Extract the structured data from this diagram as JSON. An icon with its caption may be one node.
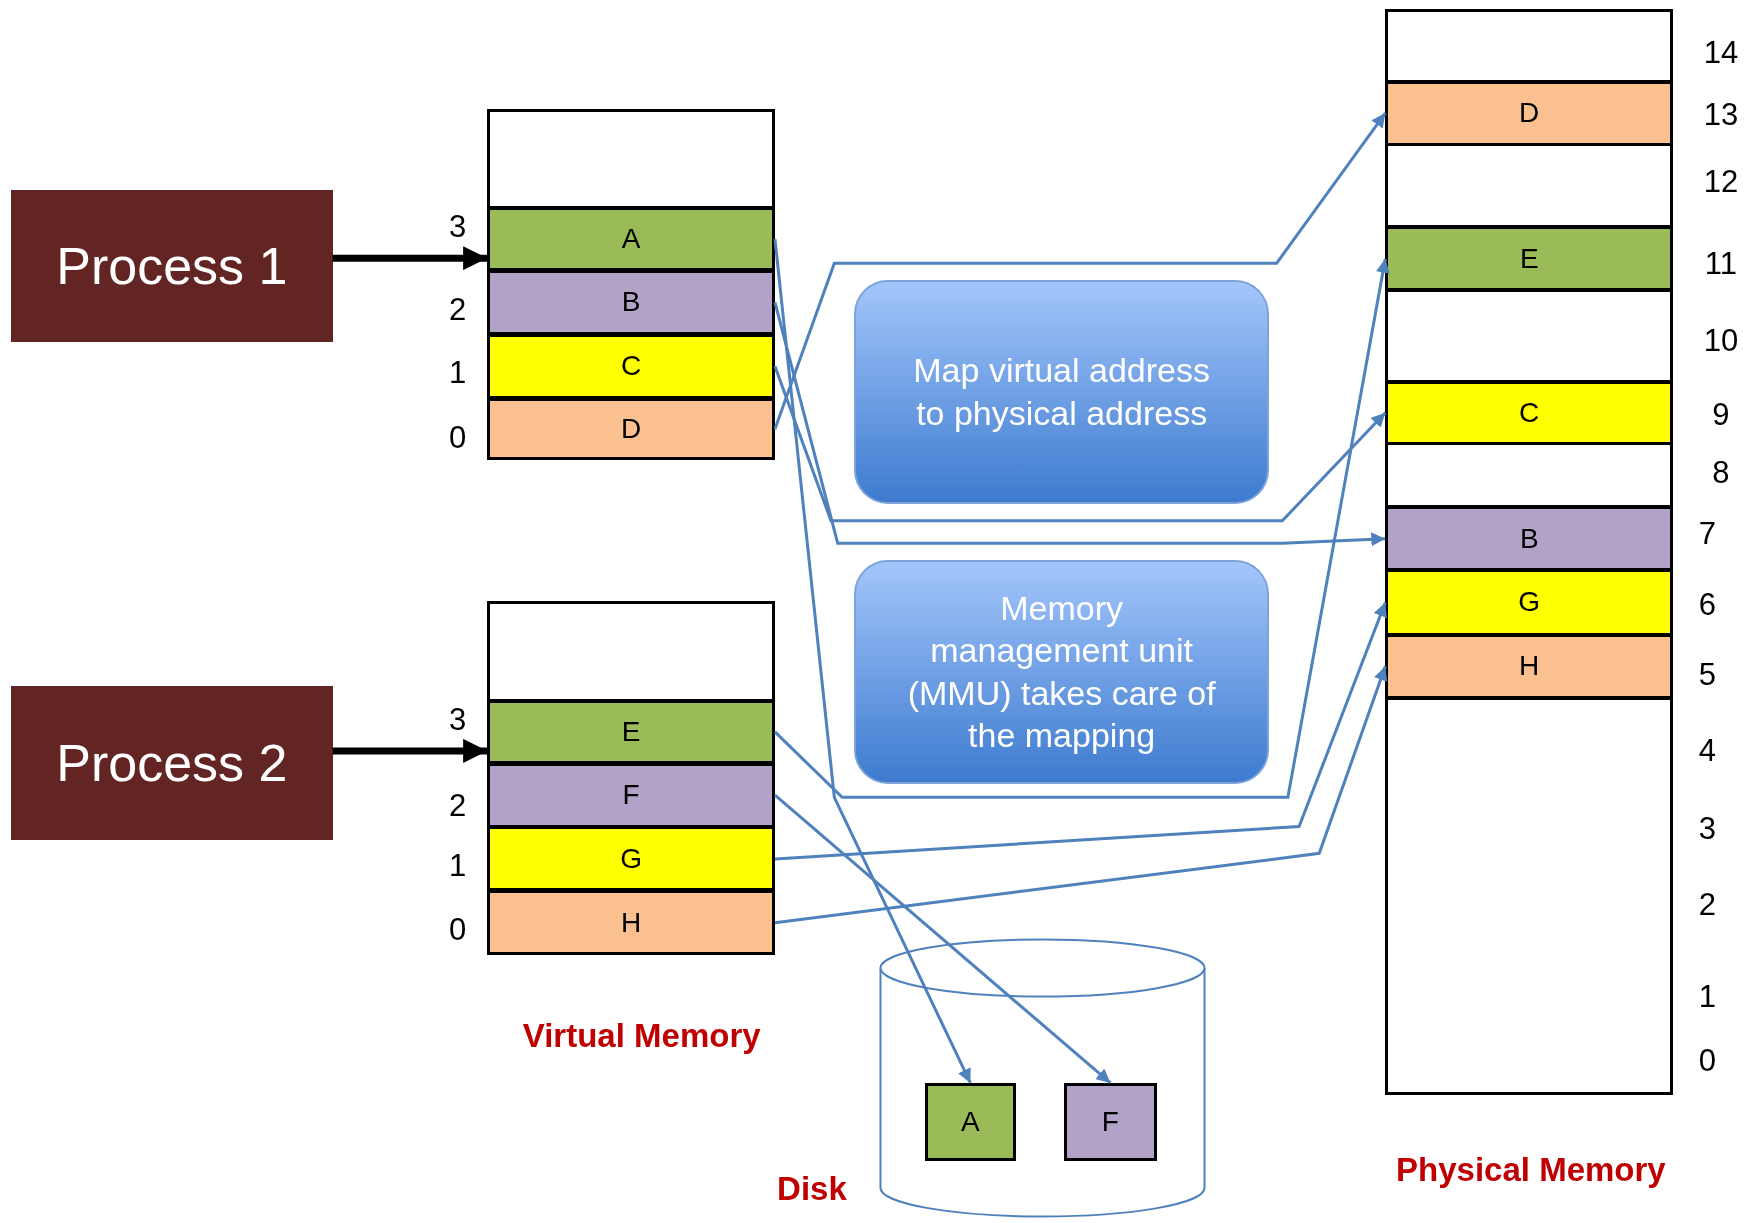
{
  "diagram": {
    "nodes": [
      {
        "text": [
          "Process 1"
        ]
      },
      {
        "text": [],
        "shape": "box"
      },
      {
        "text": [],
        "shape": "box",
        "in": 1
      },
      {
        "text": [
          "A"
        ],
        "in": 1,
        "beside": [
          "3"
        ]
      },
      {
        "text": [
          "B"
        ],
        "in": 1,
        "beside": [
          "2"
        ]
      },
      {
        "text": [
          "C"
        ],
        "in": 1,
        "beside": [
          "1"
        ]
      },
      {
        "text": [
          "D"
        ],
        "in": 1,
        "beside": [
          "0"
        ]
      },
      {
        "text": [
          "Map virtual address to physical address"
        ]
      },
      {
        "text": [
          "Memory management unit (MMU) takes care of the mapping"
        ]
      },
      {
        "text": [
          "Process 2"
        ]
      },
      {
        "text": [],
        "shape": "box"
      },
      {
        "text": [],
        "shape": "box",
        "in": 10
      },
      {
        "text": [
          "E"
        ],
        "in": 10,
        "beside": [
          "3"
        ]
      },
      {
        "text": [
          "F"
        ],
        "in": 10,
        "beside": [
          "2"
        ]
      },
      {
        "text": [
          "G"
        ],
        "in": 10,
        "beside": [
          "1"
        ]
      },
      {
        "text": [
          "H"
        ],
        "in": 10,
        "beside": [
          "0"
        ]
      },
      {
        "text": [
          "Disk"
        ]
      },
      {
        "text": [
          "A"
        ],
        "in": 16
      },
      {
        "text": [
          "F"
        ],
        "in": 16
      },
      {
        "text": [
          "Physical Memory"
        ]
      },
      {
        "text": [],
        "shape": "box",
        "in": 19,
        "beside": [
          "14"
        ]
      },
      {
        "text": [
          "D"
        ],
        "in": 19,
        "beside": [
          "13"
        ]
      },
      {
        "text": [],
        "shape": "box",
        "in": 19,
        "beside": [
          "12"
        ]
      },
      {
        "text": [
          "E"
        ],
        "in": 19,
        "beside": [
          "11"
        ]
      },
      {
        "text": [],
        "shape": "box",
        "in": 19,
        "beside": [
          "10"
        ]
      },
      {
        "text": [
          "C"
        ],
        "in": 19,
        "beside": [
          "9"
        ]
      },
      {
        "text": [],
        "shape": "box",
        "in": 19,
        "beside": [
          "8"
        ]
      },
      {
        "text": [
          "B"
        ],
        "in": 19,
        "beside": [
          "7"
        ]
      },
      {
        "text": [
          "G"
        ],
        "in": 19,
        "beside": [
          "6"
        ]
      },
      {
        "text": [
          "H"
        ],
        "in": 19,
        "beside": [
          "5"
        ]
      },
      {
        "text": [],
        "shape": "box",
        "in": 19,
        "beside": [
          "4",
          "3",
          "2",
          "1",
          "0"
        ]
      }
    ],
    "edges": [
      {
        "from": 0,
        "to": 3,
        "arrow": "to",
        "style": "thick",
        "color": "#000000"
      },
      {
        "from": 9,
        "to": 12,
        "arrow": "to",
        "style": "thick",
        "color": "#000000"
      },
      {
        "from": 3,
        "to": 17,
        "arrow": "to"
      },
      {
        "from": 4,
        "to": 27,
        "arrow": "to"
      },
      {
        "from": 5,
        "to": 25,
        "arrow": "to"
      },
      {
        "from": 6,
        "to": 21,
        "arrow": "to"
      },
      {
        "from": 12,
        "to": 23,
        "arrow": "to"
      },
      {
        "from": 13,
        "to": 18,
        "arrow": "to"
      },
      {
        "from": 14,
        "to": 28,
        "arrow": "to"
      },
      {
        "from": 15,
        "to": 29,
        "arrow": "to"
      }
    ],
    "labels": [
      "Virtual Memory"
    ]
  }
}
